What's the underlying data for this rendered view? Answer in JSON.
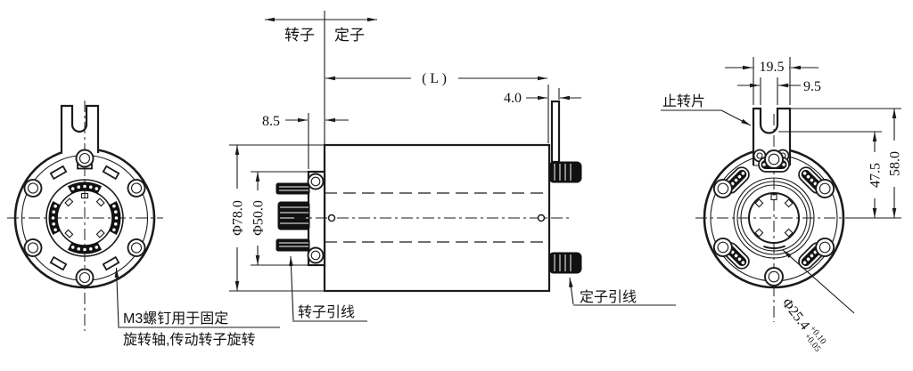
{
  "top_axis": {
    "rotor": "转子",
    "stator": "定子"
  },
  "side_view": {
    "length": "( L )",
    "tab_thickness": "4.0",
    "flange_offset": "8.5",
    "body_diameter": "Φ78.0",
    "flange_diameter": "Φ50.0",
    "rotor_leads": "转子引线",
    "stator_leads": "定子引线"
  },
  "front_view": {
    "note_line1": "M3螺钉用于固定",
    "note_line2": "旋转轴,传动转子旋转"
  },
  "rear_view": {
    "tab": "止转片",
    "tab_width": "19.5",
    "slot_width": "9.5",
    "slot_to_center": "47.5",
    "tab_top_to_center": "58.0",
    "bore": "Φ25.4",
    "tol_upper": "+0.10",
    "tol_lower": "+0.05"
  },
  "colors": {
    "line": "#1b1b1b",
    "background": "#ffffff"
  }
}
